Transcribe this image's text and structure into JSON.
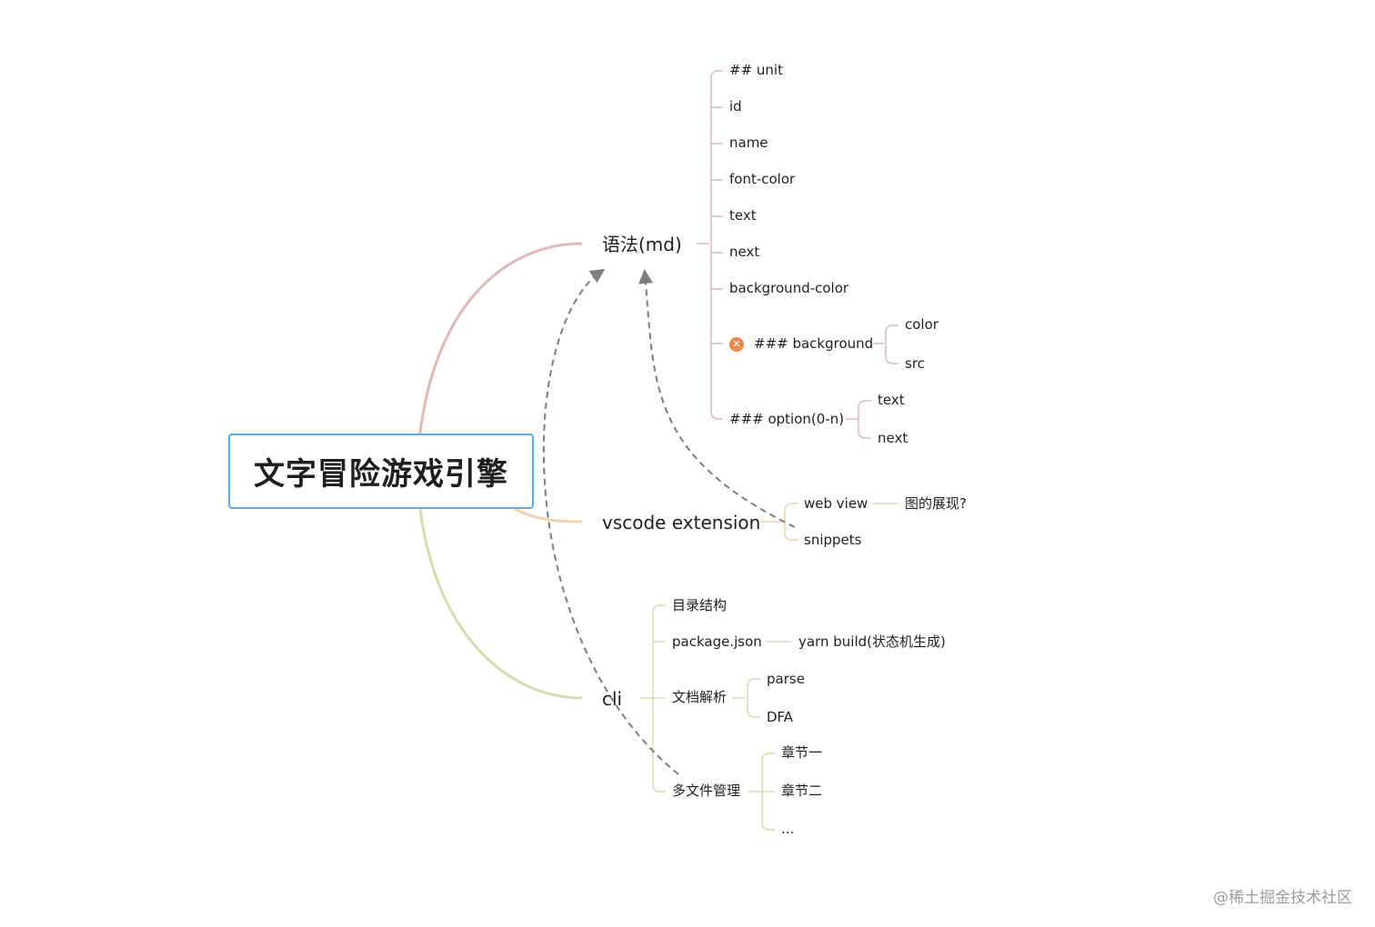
{
  "root": {
    "label": "文字冒险游戏引擎"
  },
  "branches": {
    "syntax": {
      "label": "语法(md)",
      "color": "#e0b8b8",
      "children": {
        "unit": "## unit",
        "id": "id",
        "name": "name",
        "font_color": "font-color",
        "text": "text",
        "next": "next",
        "background_color": "background-color",
        "background": {
          "label": "### background",
          "children": [
            "color",
            "src"
          ]
        },
        "option": {
          "label": "### option(0-n)",
          "children": [
            "text",
            "next"
          ]
        }
      }
    },
    "vscode": {
      "label": "vscode extension",
      "color": "#efd2ae",
      "children": {
        "web_view": {
          "label": "web view",
          "child": "图的展现?"
        },
        "snippets": "snippets"
      }
    },
    "cli": {
      "label": "cli",
      "color": "#d6dcae",
      "children": {
        "dir": "目录结构",
        "package": {
          "label": "package.json",
          "child": "yarn build(状态机生成)"
        },
        "doc_parse": {
          "label": "文档解析",
          "children": [
            "parse",
            "DFA"
          ]
        },
        "multi_file": {
          "label": "多文件管理",
          "children": [
            "章节一",
            "章节二",
            "..."
          ]
        }
      }
    }
  },
  "relationship_color": "#7d7d7d",
  "error_icon_color": "#e8894a",
  "watermark": "@稀土掘金技术社区"
}
